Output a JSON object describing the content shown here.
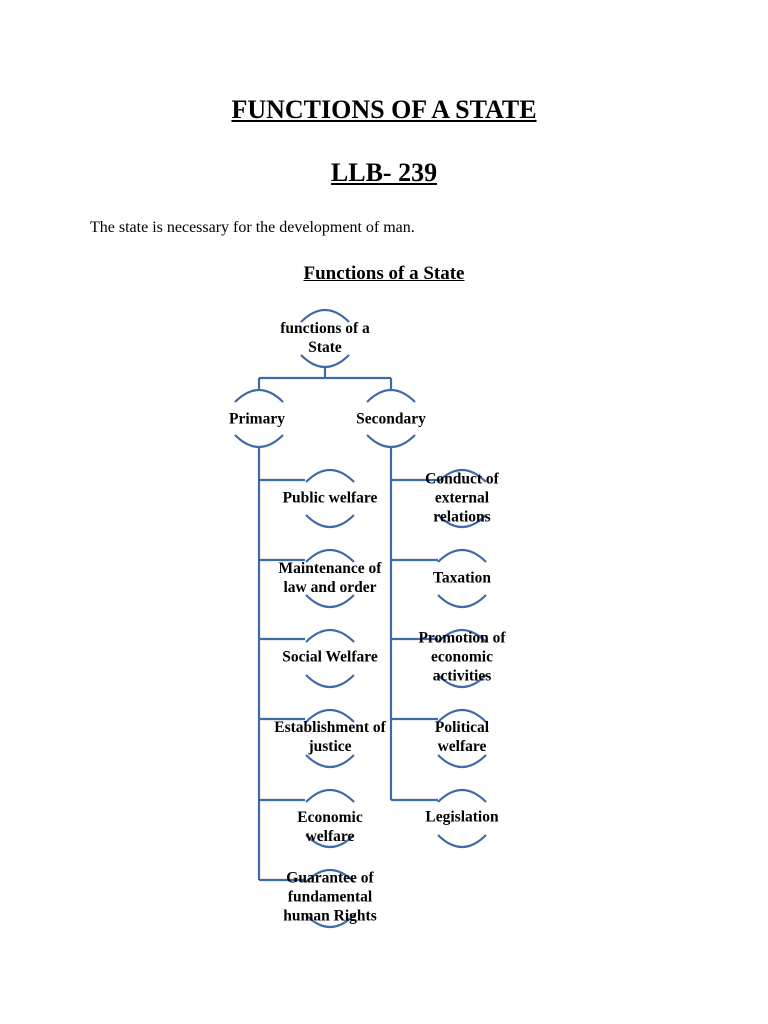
{
  "document": {
    "title": "FUNCTIONS OF A STATE",
    "course_code": "LLB- 239",
    "intro": "The state is necessary for the development of man.",
    "diagram_heading": "Functions of a State"
  },
  "diagram": {
    "root": "functions of a State",
    "branches": [
      {
        "label": "Primary",
        "items": [
          "Public welfare",
          "Maintenance of law and order",
          "Social Welfare",
          "Establishment of justice",
          "Economic welfare",
          "Guarantee of fundamental human Rights"
        ]
      },
      {
        "label": "Secondary",
        "items": [
          "Conduct of external relations",
          "Taxation",
          "Promotion of economic activities",
          "Political welfare",
          "Legislation"
        ]
      }
    ]
  },
  "colors": {
    "connector": "#3f6aa8"
  }
}
